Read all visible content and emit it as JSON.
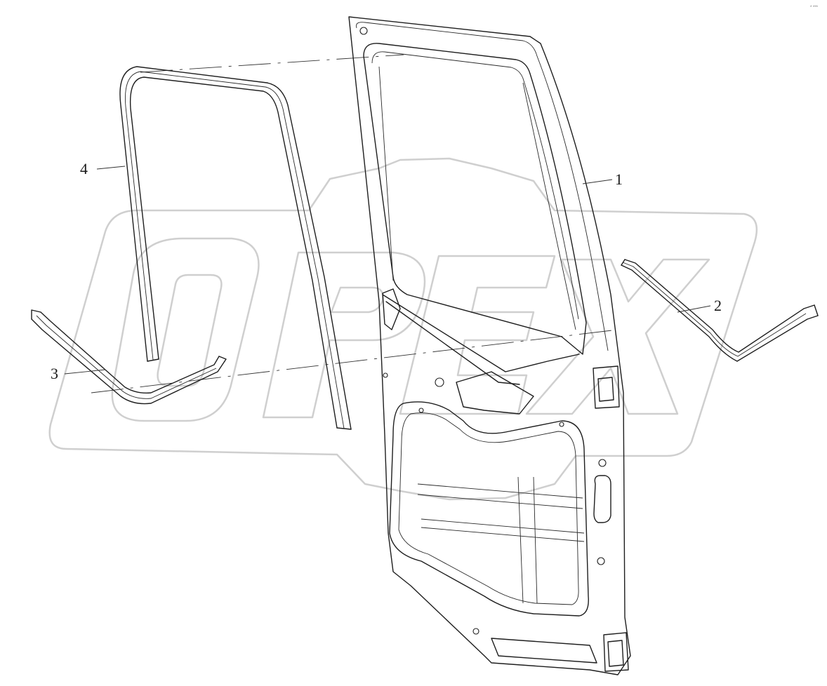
{
  "diagram": {
    "callouts": [
      {
        "id": "door-panel",
        "label": "1"
      },
      {
        "id": "lower-seal-right",
        "label": "2"
      },
      {
        "id": "lower-seal-left",
        "label": "3"
      },
      {
        "id": "glass-run-channel",
        "label": "4"
      }
    ],
    "corner_mark": "* ***"
  },
  "colors": {
    "line": "#1e1e1e",
    "watermark": "#cfcfcf",
    "background": "#ffffff"
  }
}
